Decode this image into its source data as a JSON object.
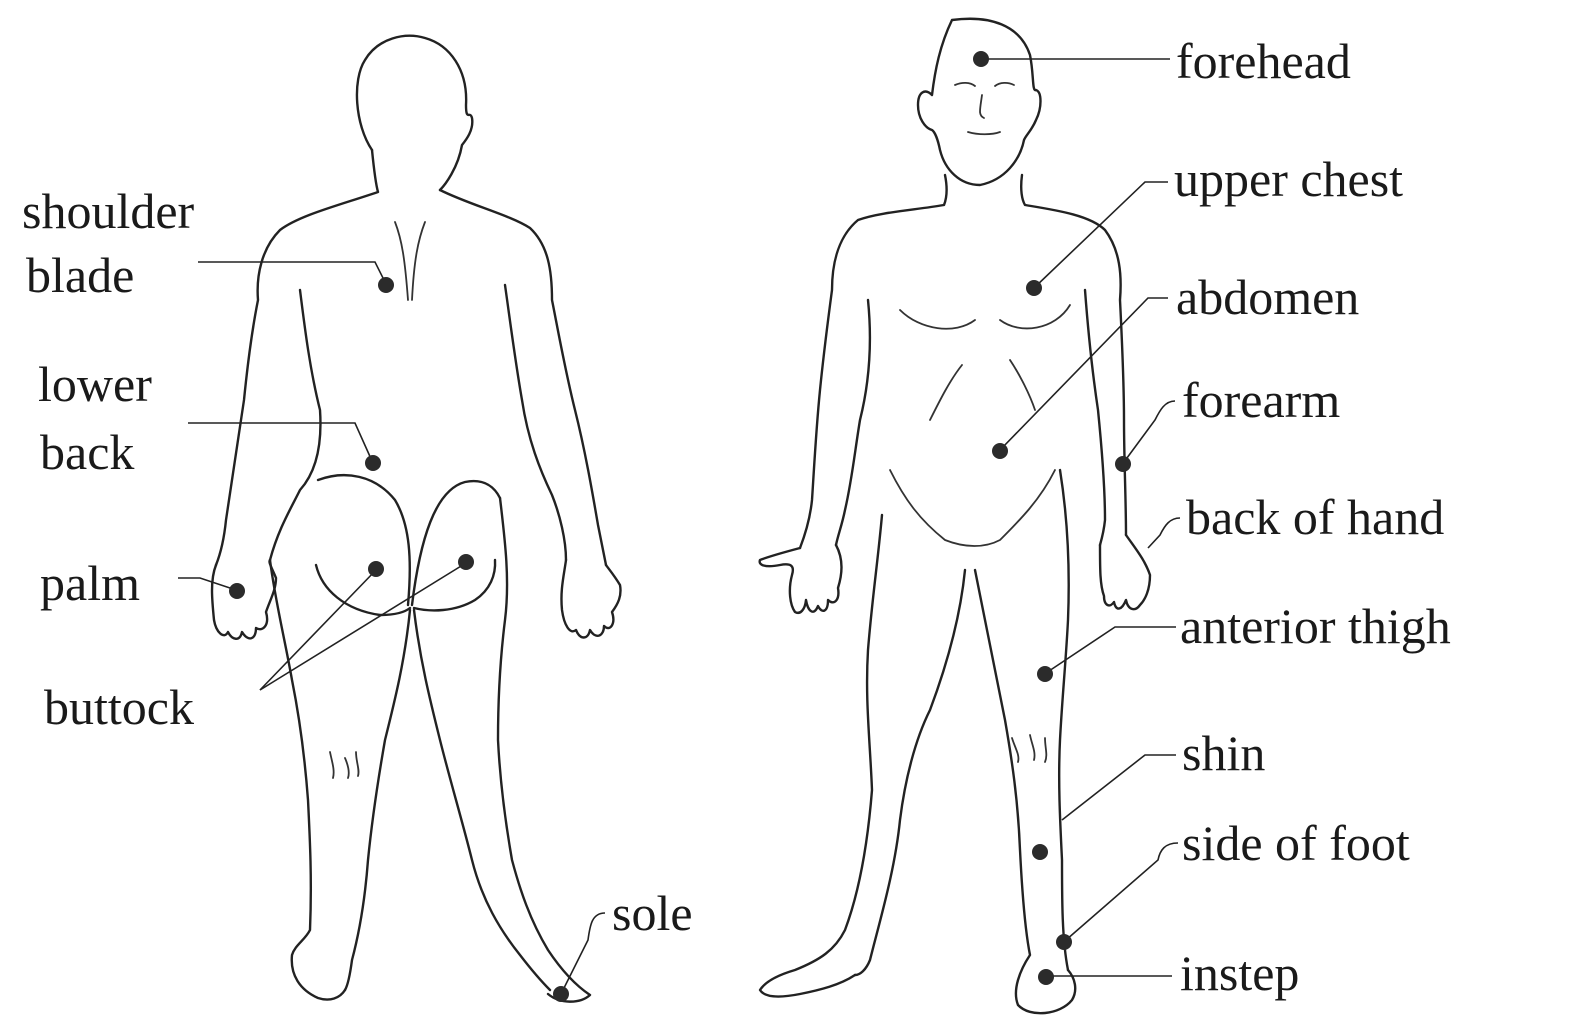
{
  "back_view": {
    "labels": {
      "shoulder_blade": [
        "shoulder",
        "blade"
      ],
      "lower_back": [
        "lower",
        "back"
      ],
      "palm": "palm",
      "buttock": "buttock",
      "sole": "sole"
    }
  },
  "front_view": {
    "labels": {
      "forehead": "forehead",
      "upper_chest": "upper chest",
      "abdomen": "abdomen",
      "forearm": "forearm",
      "back_of_hand": "back of hand",
      "anterior_thigh": "anterior thigh",
      "shin": "shin",
      "side_of_foot": "side of foot",
      "instep": "instep"
    }
  },
  "colors": {
    "ink": "#222222",
    "background": "#ffffff"
  }
}
